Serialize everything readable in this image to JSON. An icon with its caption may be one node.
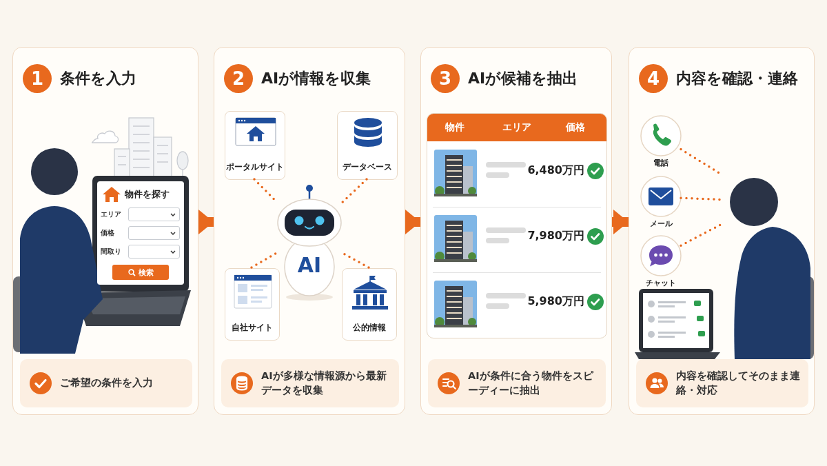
{
  "diagram": {
    "nodes": [
      {
        "text": [
          "1",
          "条件を入力"
        ]
      },
      {
        "text": [],
        "shape": "person",
        "in": 0
      },
      {
        "text": [
          "物件を探す",
          "エリア",
          "価格",
          "間取り",
          "検索"
        ],
        "in": 0
      },
      {
        "text": [
          "ご希望の条件を入力"
        ],
        "in": 0
      },
      {
        "text": [
          "2",
          "AIが情報を収集"
        ]
      },
      {
        "text": [
          "ポータルサイト"
        ],
        "in": 4
      },
      {
        "text": [
          "データベース"
        ],
        "in": 4
      },
      {
        "text": [
          "AI"
        ],
        "in": 4
      },
      {
        "text": [
          "自社サイト"
        ],
        "in": 4
      },
      {
        "text": [
          "公的情報"
        ],
        "in": 4
      },
      {
        "text": [
          "AIが多様な情報源から最新データを収集"
        ],
        "in": 4
      },
      {
        "text": [
          "3",
          "AIが候補を抽出"
        ]
      },
      {
        "text": [
          "物件",
          "エリア",
          "価格",
          "6,480万円",
          "7,980万円",
          "5,980万円"
        ],
        "in": 11
      },
      {
        "text": [
          "AIが条件に合う物件をスピーディーに抽出"
        ],
        "in": 11
      },
      {
        "text": [
          "4",
          "内容を確認・連絡"
        ]
      },
      {
        "text": [
          "電話"
        ],
        "in": 14
      },
      {
        "text": [
          "メール"
        ],
        "in": 14
      },
      {
        "text": [
          "チャット"
        ],
        "in": 14
      },
      {
        "text": [],
        "shape": "person",
        "in": 14
      },
      {
        "text": [
          "内容を確認してそのまま連絡・対応"
        ],
        "in": 14
      }
    ],
    "edges": [
      {
        "from": 0,
        "to": 4,
        "arrow": "to",
        "style": "thick"
      },
      {
        "from": 4,
        "to": 11,
        "arrow": "to",
        "style": "thick"
      },
      {
        "from": 11,
        "to": 14,
        "arrow": "to",
        "style": "thick"
      },
      {
        "from": 5,
        "to": 7,
        "arrow": "none",
        "style": "dashed"
      },
      {
        "from": 6,
        "to": 7,
        "arrow": "none",
        "style": "dashed"
      },
      {
        "from": 8,
        "to": 7,
        "arrow": "none",
        "style": "dashed"
      },
      {
        "from": 9,
        "to": 7,
        "arrow": "none",
        "style": "dashed"
      },
      {
        "from": 15,
        "to": 18,
        "arrow": "none",
        "style": "dashed"
      },
      {
        "from": 16,
        "to": 18,
        "arrow": "none",
        "style": "dashed"
      },
      {
        "from": 17,
        "to": 18,
        "arrow": "none",
        "style": "dashed"
      }
    ]
  }
}
